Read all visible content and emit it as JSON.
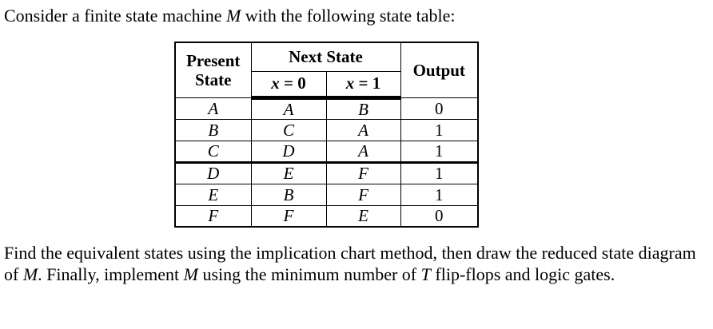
{
  "intro": {
    "prefix": "Consider a finite state machine ",
    "machine_var": "M",
    "suffix": " with the following state table:"
  },
  "table": {
    "header": {
      "present_state_line1": "Present",
      "present_state_line2": "State",
      "next_state": "Next State",
      "x0": {
        "var": "x",
        "rest": " = 0"
      },
      "x1": {
        "var": "x",
        "rest": " = 1"
      },
      "output": "Output"
    },
    "rows": [
      {
        "present": "A",
        "x0": "A",
        "x1": "B",
        "output": "0"
      },
      {
        "present": "B",
        "x0": "C",
        "x1": "A",
        "output": "1"
      },
      {
        "present": "C",
        "x0": "D",
        "x1": "A",
        "output": "1"
      },
      {
        "present": "D",
        "x0": "E",
        "x1": "F",
        "output": "1"
      },
      {
        "present": "E",
        "x0": "B",
        "x1": "F",
        "output": "1"
      },
      {
        "present": "F",
        "x0": "F",
        "x1": "E",
        "output": "0"
      }
    ]
  },
  "task": {
    "part1": "Find the equivalent states using the implication chart method, then draw the reduced state diagram of ",
    "machine_var1": "M",
    "part2": ". Finally, implement ",
    "machine_var2": "M",
    "part3": " using the minimum number of ",
    "flipflop_var": "T",
    "part4": " flip-flops and logic gates."
  }
}
